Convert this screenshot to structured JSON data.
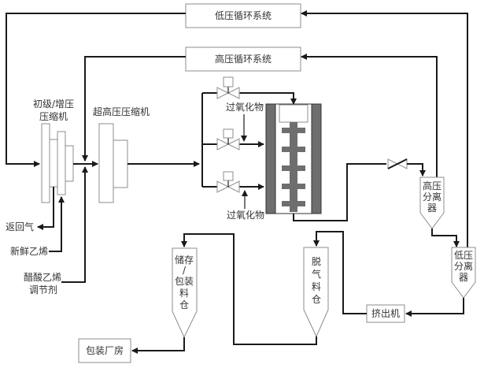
{
  "diagram": {
    "type": "process-flow",
    "subject": "LDPE high-pressure polymerization process"
  },
  "systems": {
    "low_pressure_recycle": "低压循环系统",
    "high_pressure_recycle": "高压循环系统"
  },
  "compressors": {
    "primary_booster_line1": "初级/增压",
    "primary_booster_line2": "压缩机",
    "hyper": "超高压压缩机"
  },
  "inputs": {
    "return_gas": "返回气",
    "fresh_ethylene": "新鲜乙烯",
    "vinyl_acetate_line1": "醋酸乙烯",
    "vinyl_acetate_line2": "调节剂"
  },
  "reactor": {
    "peroxide_top": "过氧化物",
    "peroxide_bottom": "过氧化物"
  },
  "separators": {
    "hps": [
      "高压",
      "分离",
      "器"
    ],
    "lps": [
      "低压",
      "分离",
      "器"
    ]
  },
  "extruder": "挤出机",
  "degassing_silo": [
    "脱",
    "气",
    "料",
    "仓"
  ],
  "storage_silo": [
    "储存",
    "/",
    "包装",
    "料",
    "仓"
  ],
  "packaging": "包装厂房"
}
